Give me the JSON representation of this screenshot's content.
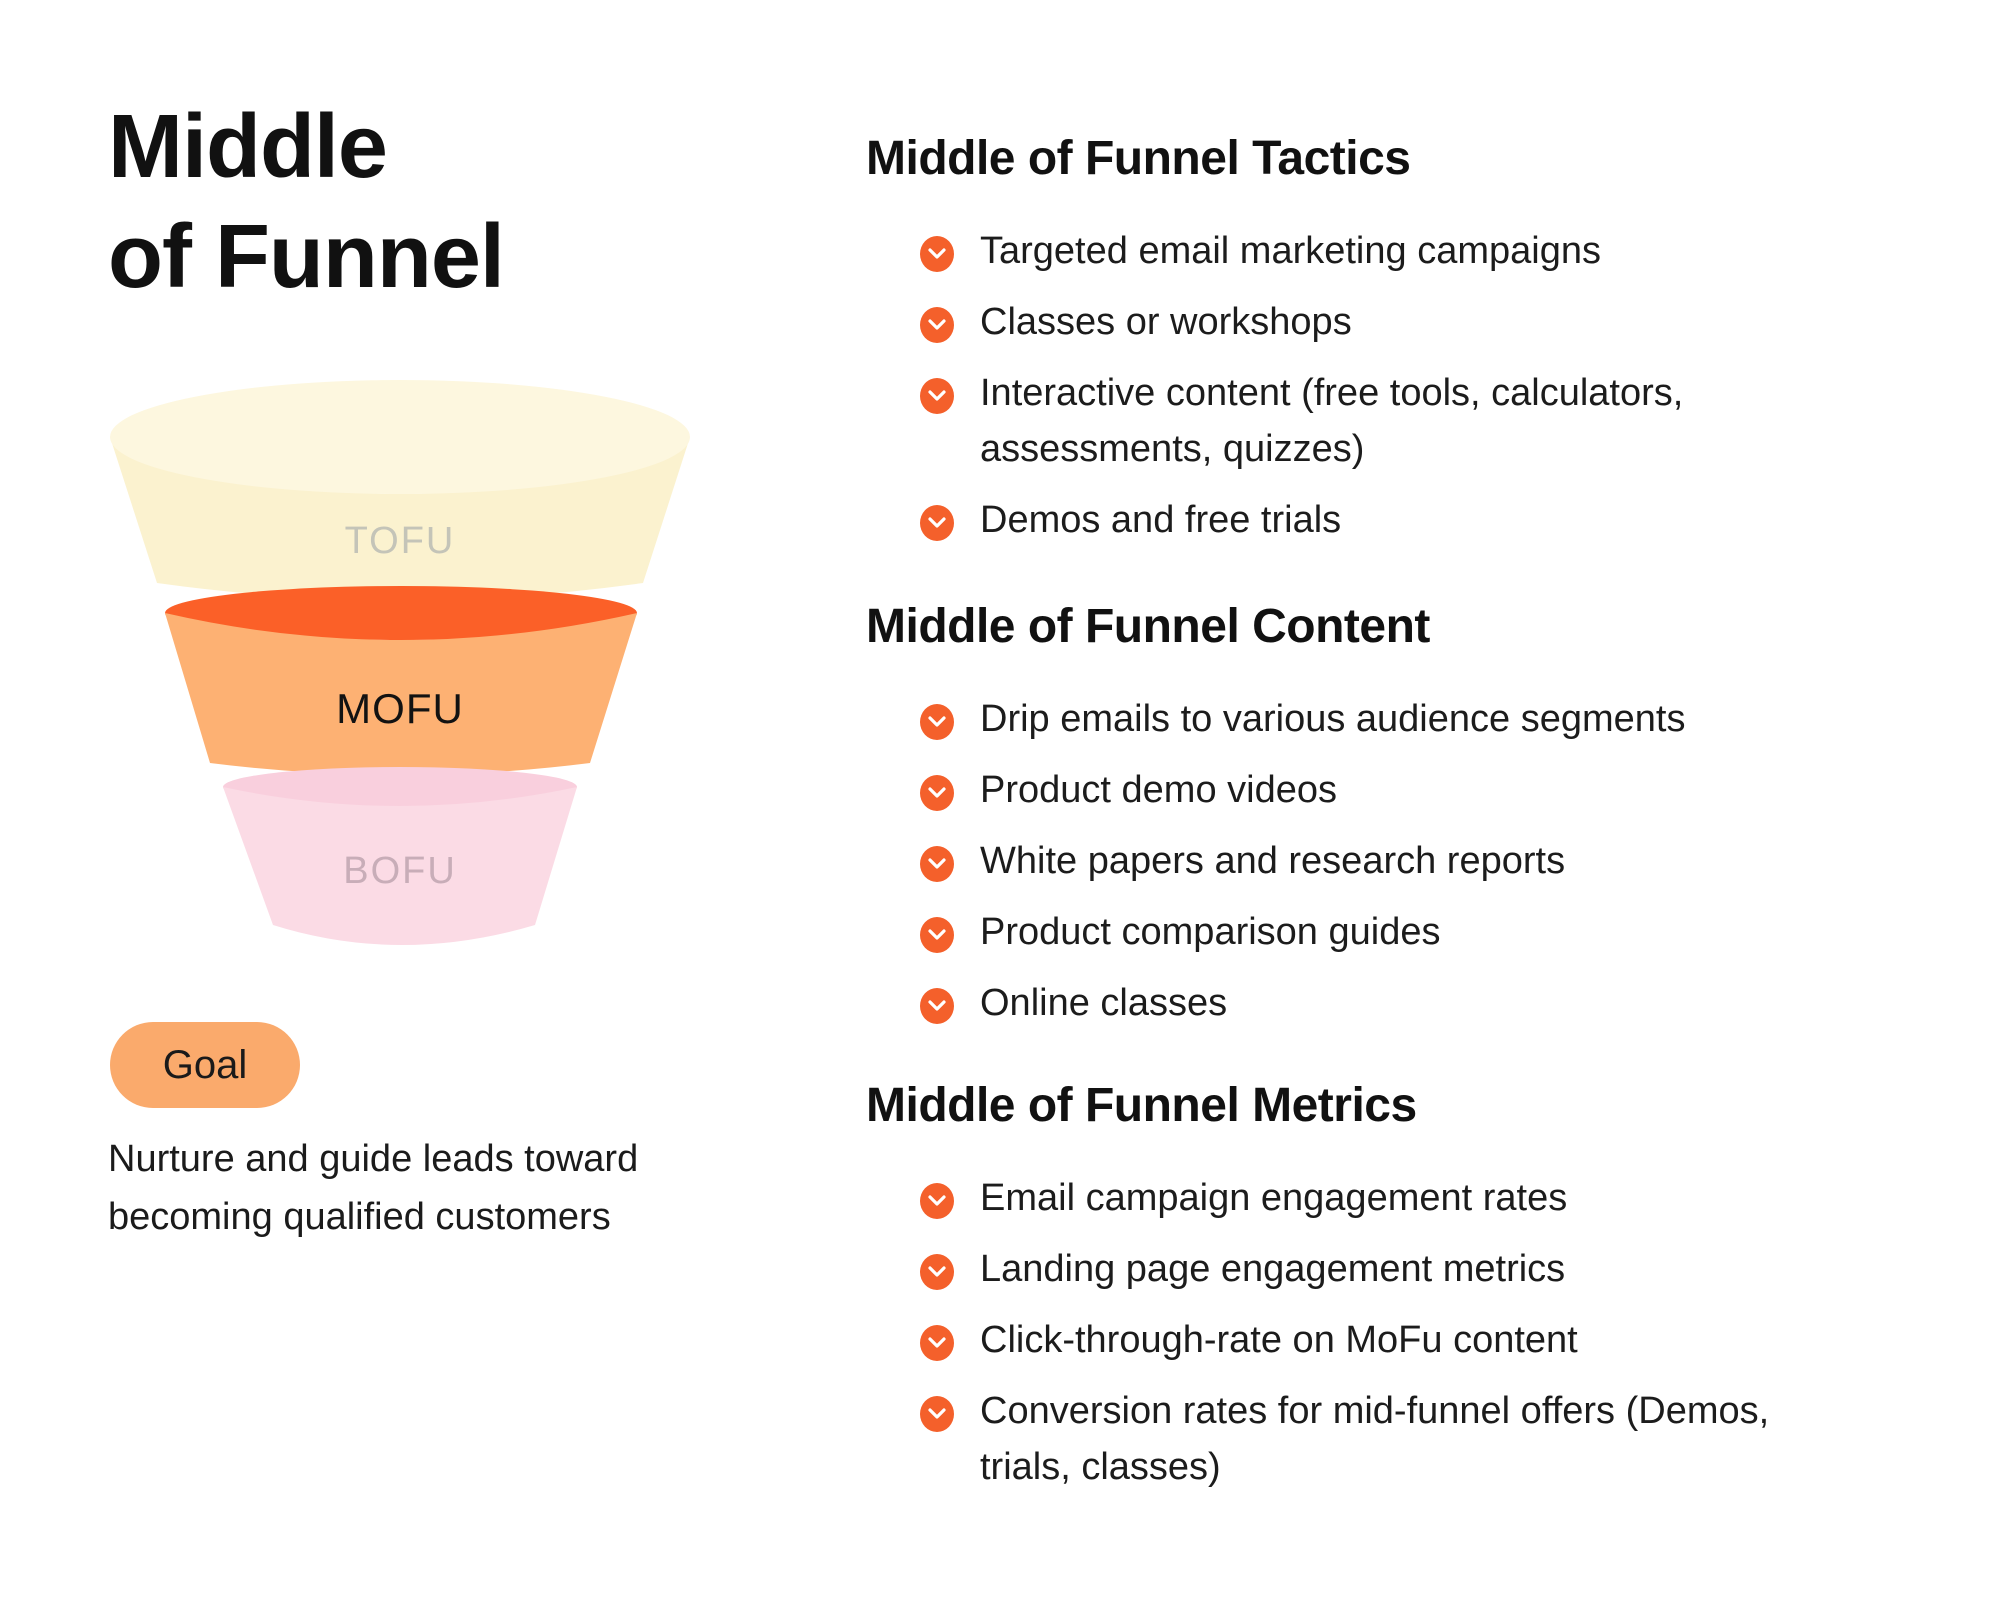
{
  "page": {
    "background": "#ffffff"
  },
  "left": {
    "title": "Middle\nof Funnel",
    "funnel": {
      "stages": [
        {
          "label": "TOFU",
          "body_color": "#FBF2CF",
          "top_color": "#FDF7DF",
          "label_color": "#C4C4B8"
        },
        {
          "label": "MOFU",
          "body_color": "#FDB173",
          "top_color": "#FB6028",
          "label_color": "#121212"
        },
        {
          "label": "BOFU",
          "body_color": "#FBDBE5",
          "top_color": "#F9CFDD",
          "label_color": "#C8ADB8"
        }
      ]
    },
    "goal_badge": "Goal",
    "goal_badge_color": "#FAAA6C",
    "goal_text": "Nurture and guide leads toward becoming qualified customers"
  },
  "check_icon": {
    "name": "check-icon",
    "circle_color": "#F4602B",
    "mark_color": "#ffffff"
  },
  "sections": [
    {
      "heading": "Middle of Funnel Tactics",
      "items": [
        {
          "text": "Targeted email marketing campaigns"
        },
        {
          "text": "Classes or workshops"
        },
        {
          "text": "Interactive content (free tools, calculators, assessments, quizzes)"
        },
        {
          "text": "Demos and free trials"
        }
      ]
    },
    {
      "heading": "Middle of Funnel Content",
      "items": [
        {
          "text": "Drip emails to various audience segments"
        },
        {
          "text": "Product demo videos"
        },
        {
          "text": "White papers and research reports"
        },
        {
          "text": "Product comparison guides"
        },
        {
          "text": "Online classes"
        }
      ]
    },
    {
      "heading": "Middle of Funnel Metrics",
      "items": [
        {
          "text": "Email campaign engagement rates"
        },
        {
          "text": "Landing page engagement metrics"
        },
        {
          "text": "Click-through-rate on MoFu content"
        },
        {
          "text": "Conversion rates for mid-funnel offers (Demos, trials, classes)"
        }
      ]
    }
  ]
}
